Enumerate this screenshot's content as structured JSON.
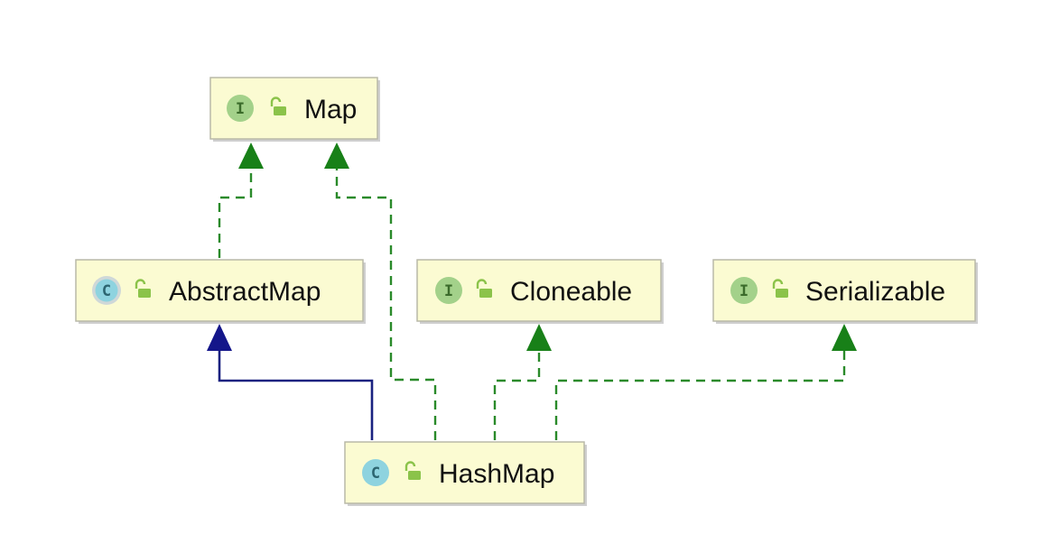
{
  "diagram": {
    "nodes": {
      "map": {
        "label": "Map",
        "badge": "I",
        "kind": "interface",
        "icon": "interface-icon"
      },
      "abstract_map": {
        "label": "AbstractMap",
        "badge": "C",
        "kind": "abstract-class",
        "icon": "abstract-class-icon"
      },
      "cloneable": {
        "label": "Cloneable",
        "badge": "I",
        "kind": "interface",
        "icon": "interface-icon"
      },
      "serializable": {
        "label": "Serializable",
        "badge": "I",
        "kind": "interface",
        "icon": "interface-icon"
      },
      "hash_map": {
        "label": "HashMap",
        "badge": "C",
        "kind": "class",
        "icon": "class-icon"
      }
    },
    "edges": [
      {
        "from": "AbstractMap",
        "to": "Map",
        "type": "implements",
        "style": "dashed"
      },
      {
        "from": "HashMap",
        "to": "Map",
        "type": "implements",
        "style": "dashed"
      },
      {
        "from": "HashMap",
        "to": "AbstractMap",
        "type": "extends",
        "style": "solid"
      },
      {
        "from": "HashMap",
        "to": "Cloneable",
        "type": "implements",
        "style": "dashed"
      },
      {
        "from": "HashMap",
        "to": "Serializable",
        "type": "implements",
        "style": "dashed"
      }
    ],
    "colors": {
      "node_fill": "#fbfbd2",
      "implements_edge": "#2a8a2a",
      "extends_edge": "#1a2280",
      "interface_badge": "#a3d18a",
      "class_badge": "#8ed3df",
      "lock_icon": "#8bc34a"
    }
  }
}
